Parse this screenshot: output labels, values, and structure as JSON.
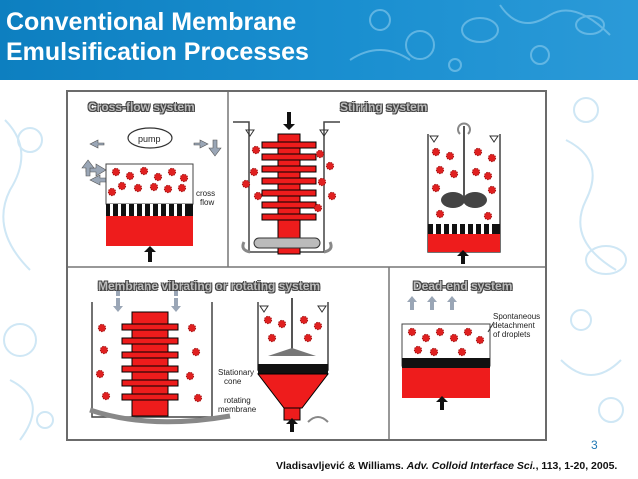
{
  "slide": {
    "title_line1": "Conventional Membrane",
    "title_line2": "Emulsification Processes",
    "page_number": "3",
    "citation_authors": "Vladisavljević & Williams.",
    "citation_journal": "Adv. Colloid Interface Sci.",
    "citation_details": ", 113, 1-20, 2005."
  },
  "figure": {
    "panels": {
      "cross_flow": {
        "label": "Cross-flow system",
        "pump_label": "pump",
        "flow_label_1": "cross",
        "flow_label_2": "flow"
      },
      "stirring": {
        "label": "Stirring system"
      },
      "vibrating": {
        "label": "Membrane vibrating or rotating system",
        "stationary_1": "Stationary",
        "stationary_2": "cone",
        "rotating_1": "rotating",
        "rotating_2": "membrane"
      },
      "dead_end": {
        "label": "Dead-end system",
        "spont_1": "Spontaneous",
        "spont_2": "detachment",
        "spont_3": "of droplets"
      }
    }
  },
  "colors": {
    "header": "#0d7fc0",
    "droplet": "#e02020",
    "membrane": "#ee1c1c"
  }
}
